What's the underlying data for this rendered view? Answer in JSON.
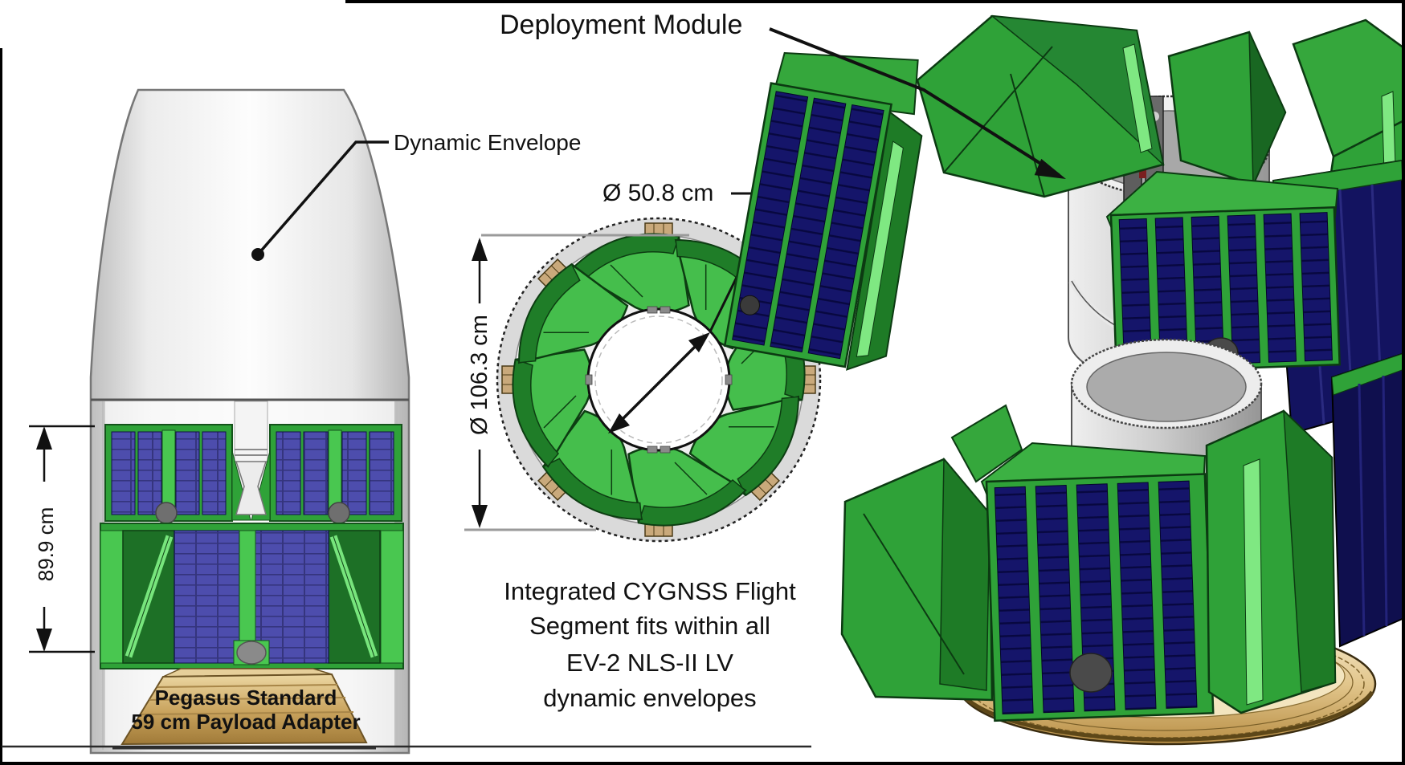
{
  "figure": {
    "type": "technical-diagram",
    "subject": "CYGNSS spacecraft stack inside Pegasus launch vehicle fairing"
  },
  "labels": {
    "deployment_module": "Deployment Module",
    "dynamic_envelope": "Dynamic Envelope",
    "inner_diameter": "Ø 50.8 cm",
    "outer_diameter": "Ø 106.3 cm",
    "stack_height": "89.9 cm",
    "adapter_line1": "Pegasus Standard",
    "adapter_line2": "59 cm Payload Adapter"
  },
  "caption": {
    "line1": "Integrated CYGNSS Flight",
    "line2": "Segment fits within all",
    "line3": "EV-2 NLS-II LV",
    "line4": "dynamic envelopes"
  },
  "dimensions": {
    "payload_stack_height_cm": 89.9,
    "inner_clearance_diameter_cm": 50.8,
    "dynamic_envelope_diameter_cm": 106.3,
    "adapter_diameter_cm": 59
  },
  "colors": {
    "bright_green": "#3CB843",
    "light_green_accent": "#7FE882",
    "dark_green": "#1E7B26",
    "solar_panel_navy": "#15156A",
    "fairing_panel_blue": "#4D4DAD",
    "fairing_gray": "#E8E8E8",
    "adapter_gold": "#D8B97E",
    "outline": "#111111"
  }
}
